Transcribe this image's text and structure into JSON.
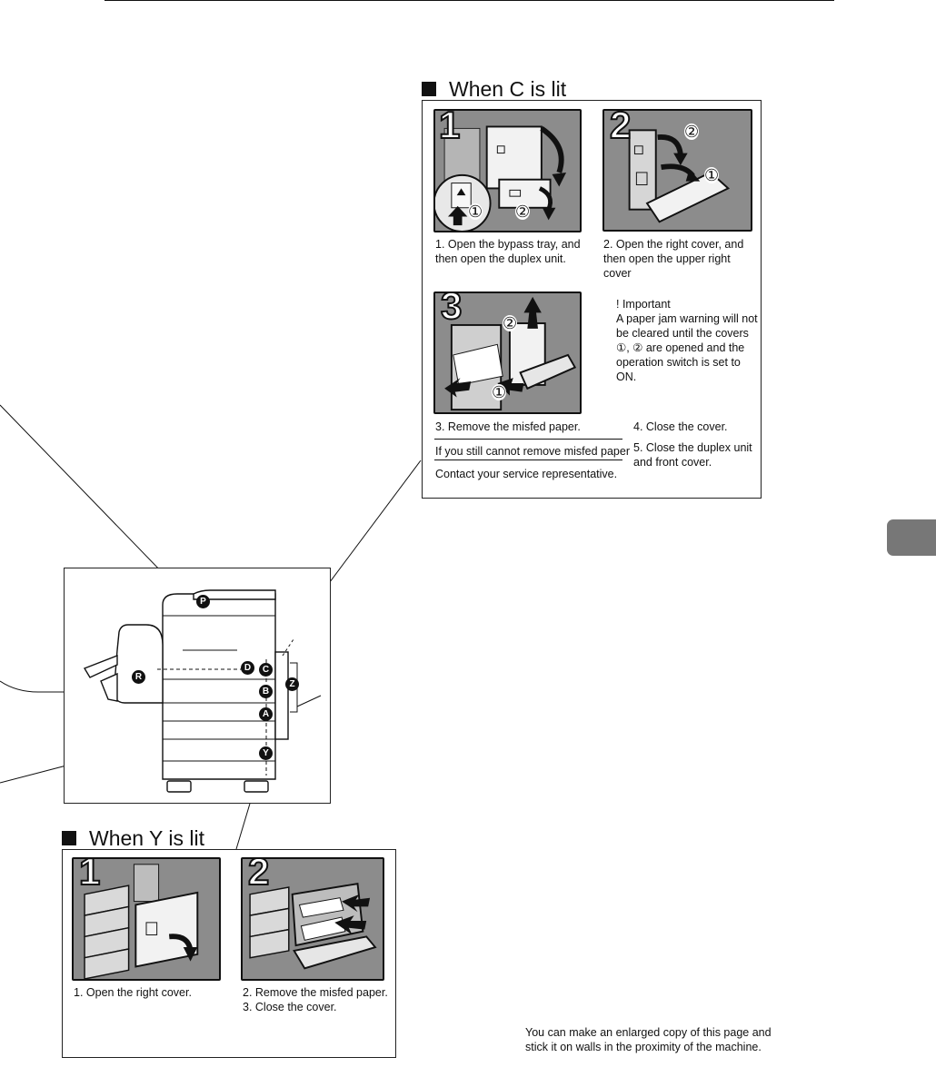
{
  "section_c": {
    "title": "When C is lit",
    "step1_caption": "1. Open the bypass tray, and\n    then open the duplex unit.",
    "step2_caption": "2. Open the right cover, and\n    then open the upper right\n    cover",
    "important_heading": "! Important",
    "important_body": "A paper jam warning will not\nbe cleared until the covers\n①, ②  are opened and the\noperation switch is set to ON.",
    "step3_caption": "3. Remove the misfed paper.",
    "step4_caption": "4. Close the cover.",
    "step5_caption": "5. Close the duplex unit\n    and front cover.",
    "still_cannot": "If you still cannot remove misfed paper",
    "contact": "Contact your service representative.",
    "badge_1": "1",
    "badge_2": "2",
    "badge_3": "3",
    "circ_1": "①",
    "circ_2": "②"
  },
  "section_y": {
    "title": "When Y is lit",
    "step1_caption": "1. Open the right cover.",
    "step2_caption": "2. Remove the misfed paper.\n3. Close the cover.",
    "badge_1": "1",
    "badge_2": "2"
  },
  "machine_labels": [
    "P",
    "D",
    "C",
    "B",
    "A",
    "Y",
    "R",
    "Z"
  ],
  "footer_note": "You can make an enlarged copy of this page and\nstick it on walls in the proximity of the machine.",
  "colors": {
    "illustration_bg": "#8c8c8c",
    "tab": "#777777"
  }
}
